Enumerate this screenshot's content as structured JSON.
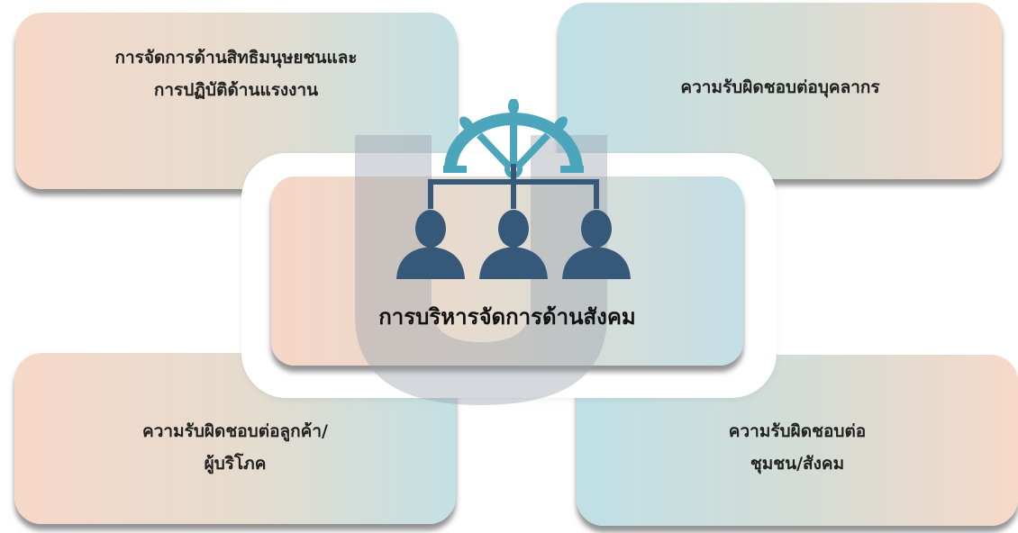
{
  "diagram": {
    "center": {
      "title": "การบริหารจัดการด้านสังคม"
    },
    "cards": {
      "top_left": [
        "การจัดการด้านสิทธิมนุษยชนและ",
        "การปฏิบัติด้านแรงงาน"
      ],
      "top_right": [
        "ความรับผิดชอบต่อบุคลากร"
      ],
      "bottom_left": [
        "ความรับผิดชอบต่อลูกค้า/",
        "ผู้บริโภค"
      ],
      "bottom_right": [
        "ความรับผิดชอบต่อ",
        "ชุมชน/สังคม"
      ]
    },
    "icons": [
      "ship-wheel-icon",
      "people-hierarchy-icon"
    ],
    "colors": {
      "icon_teal": "#4ba6bb",
      "icon_navy": "#36597a",
      "peach": "#f7d8c8",
      "light_blue": "#bfe0e6",
      "watermark": "#9aa3ad"
    }
  }
}
